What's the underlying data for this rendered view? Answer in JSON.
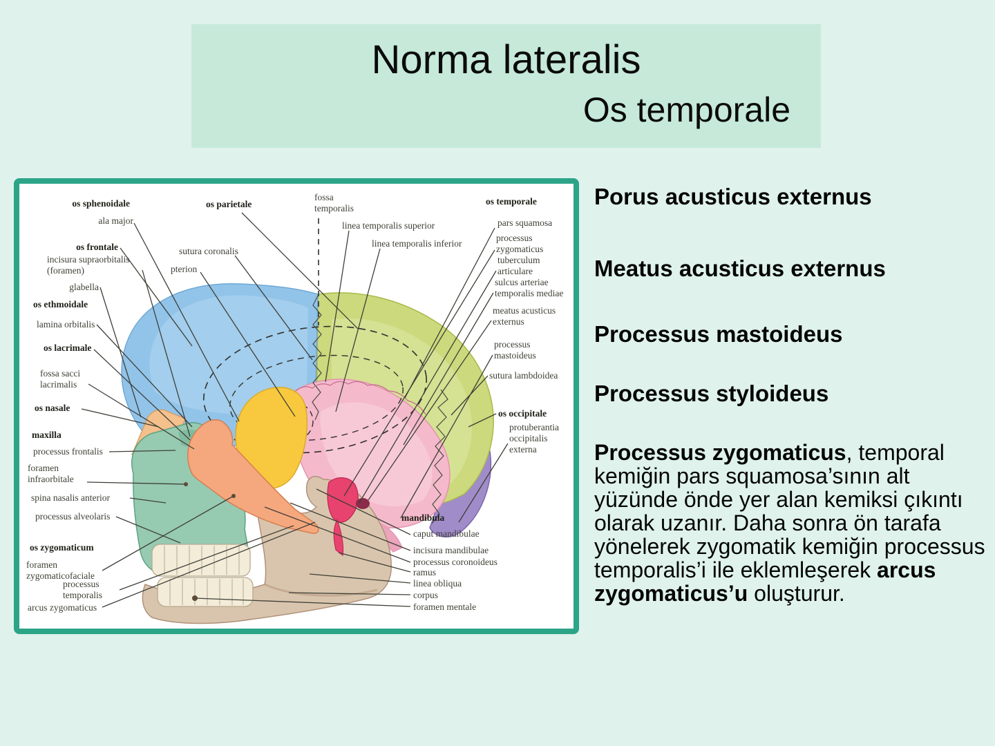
{
  "slide": {
    "title": "Norma lateralis",
    "subtitle": "Os temporale",
    "background_color": "#dff2ec",
    "title_box_color": "#c6e9da",
    "panel_border_color": "#2ba488"
  },
  "right_panel": {
    "items": [
      "Porus acusticus externus",
      "Meatus acusticus externus",
      "Processus mastoideus",
      "Processus styloideus"
    ],
    "paragraph": {
      "lead_bold": "Processus zygomaticus",
      "middle": ", temporal kemiğin pars squamosa’sının alt yüzünde önde yer alan kemiksi çıkıntı olarak uzanır. Daha sonra ön tarafa yönelerek zygomatik kemiğin processus temporalis’i ile eklemleşerek ",
      "tail_bold": "arcus zygomaticus’u",
      "end": " oluşturur."
    }
  },
  "diagram": {
    "bone_colors": {
      "os_frontale": "#92c4e9",
      "os_parietale": "#ccd97c",
      "os_temporale": "#f4bacb",
      "os_occipitale": "#a08cc9",
      "ala_major_sphenoidale": "#f8c93e",
      "os_zygomaticum": "#f5a87e",
      "maxilla": "#96cab1",
      "os_nasale": "#f4c08b",
      "os_lacrimale": "#c8709f",
      "mandibula": "#d9c5ad",
      "processus_styloideus": "#e8426f"
    },
    "labels": [
      {
        "id": "os-sphenoidale",
        "text": "os sphenoidale"
      },
      {
        "id": "ala-major",
        "text": "ala major"
      },
      {
        "id": "os-frontale",
        "text": "os frontale"
      },
      {
        "id": "incisura-supraorbitalis",
        "text": "incisura supraorbitalis (foramen)"
      },
      {
        "id": "sutura-coronalis",
        "text": "sutura coronalis"
      },
      {
        "id": "pterion",
        "text": "pterion"
      },
      {
        "id": "glabella",
        "text": "glabella"
      },
      {
        "id": "os-ethmoidale",
        "text": "os ethmoidale"
      },
      {
        "id": "lamina-orbitalis",
        "text": "lamina orbitalis"
      },
      {
        "id": "os-lacrimale",
        "text": "os lacrimale"
      },
      {
        "id": "fossa-sacci-lacrimalis",
        "text": "fossa sacci lacrimalis"
      },
      {
        "id": "os-nasale",
        "text": "os nasale"
      },
      {
        "id": "maxilla",
        "text": "maxilla"
      },
      {
        "id": "processus-frontalis",
        "text": "processus frontalis"
      },
      {
        "id": "foramen-infraorbitale",
        "text": "foramen infraorbitale"
      },
      {
        "id": "spina-nasalis-anterior",
        "text": "spina nasalis anterior"
      },
      {
        "id": "processus-alveolaris",
        "text": "processus alveolaris"
      },
      {
        "id": "os-zygomaticum",
        "text": "os zygomaticum"
      },
      {
        "id": "foramen-zygomaticofaciale",
        "text": "foramen zygomaticofaciale"
      },
      {
        "id": "processus-temporalis",
        "text": "processus temporalis"
      },
      {
        "id": "arcus-zygomaticus",
        "text": "arcus zygomaticus"
      },
      {
        "id": "os-parietale",
        "text": "os parietale"
      },
      {
        "id": "fossa-temporalis",
        "text": "fossa temporalis"
      },
      {
        "id": "linea-temporalis-superior",
        "text": "linea temporalis superior"
      },
      {
        "id": "linea-temporalis-inferior",
        "text": "linea temporalis inferior"
      },
      {
        "id": "os-temporale",
        "text": "os temporale"
      },
      {
        "id": "pars-squamosa",
        "text": "pars squamosa"
      },
      {
        "id": "processus-zygomaticus",
        "text": "processus zygomaticus"
      },
      {
        "id": "tuberculum-articulare",
        "text": "tuberculum articulare"
      },
      {
        "id": "sulcus-arteriae",
        "text": "sulcus arteriae temporalis mediae"
      },
      {
        "id": "meatus-acusticus-externus",
        "text": "meatus acusticus externus"
      },
      {
        "id": "processus-mastoideus",
        "text": "processus mastoideus"
      },
      {
        "id": "sutura-lambdoidea",
        "text": "sutura lambdoidea"
      },
      {
        "id": "os-occipitale",
        "text": "os occipitale"
      },
      {
        "id": "protuberantia-occipitalis-externa",
        "text": "protuberantia occipitalis externa"
      },
      {
        "id": "mandibula",
        "text": "mandibula"
      },
      {
        "id": "caput-mandibulae",
        "text": "caput  mandibulae"
      },
      {
        "id": "incisura-mandibulae",
        "text": "incisura mandibulae"
      },
      {
        "id": "processus-coronoideus",
        "text": "processus coronoideus"
      },
      {
        "id": "ramus",
        "text": "ramus"
      },
      {
        "id": "linea-obliqua",
        "text": "linea obliqua"
      },
      {
        "id": "corpus",
        "text": "corpus"
      },
      {
        "id": "foramen-mentale",
        "text": "foramen mentale"
      }
    ]
  }
}
